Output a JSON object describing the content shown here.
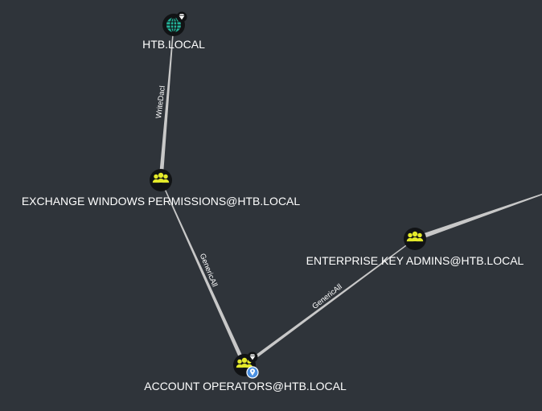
{
  "colors": {
    "background": "#2f343a",
    "edge": "#c8c8c8",
    "group_icon": "#e4ea2a",
    "domain_icon": "#23b49a",
    "node_fill": "#111315",
    "label": "#ffffff",
    "marker_blue": "#4a90e2"
  },
  "nodes": [
    {
      "id": "htb",
      "label": "HTB.LOCAL",
      "icon": "globe-icon",
      "kind": "domain",
      "badge": "diamond-icon"
    },
    {
      "id": "ewp",
      "label": "EXCHANGE WINDOWS PERMISSIONS@HTB.LOCAL",
      "icon": "group-icon",
      "kind": "group"
    },
    {
      "id": "eka",
      "label": "ENTERPRISE KEY ADMINS@HTB.LOCAL",
      "icon": "group-icon",
      "kind": "group"
    },
    {
      "id": "ao",
      "label": "ACCOUNT OPERATORS@HTB.LOCAL",
      "icon": "group-icon",
      "kind": "group",
      "badge": "diamond-icon",
      "marker": "location-marker-icon"
    }
  ],
  "edges": [
    {
      "source": "ewp",
      "target": "htb",
      "label": "WriteDacl"
    },
    {
      "source": "ao",
      "target": "ewp",
      "label": "GenericAll"
    },
    {
      "source": "ao",
      "target": "eka",
      "label": "GenericAll"
    },
    {
      "source": "eka",
      "target": "offscreen",
      "label": ""
    }
  ]
}
